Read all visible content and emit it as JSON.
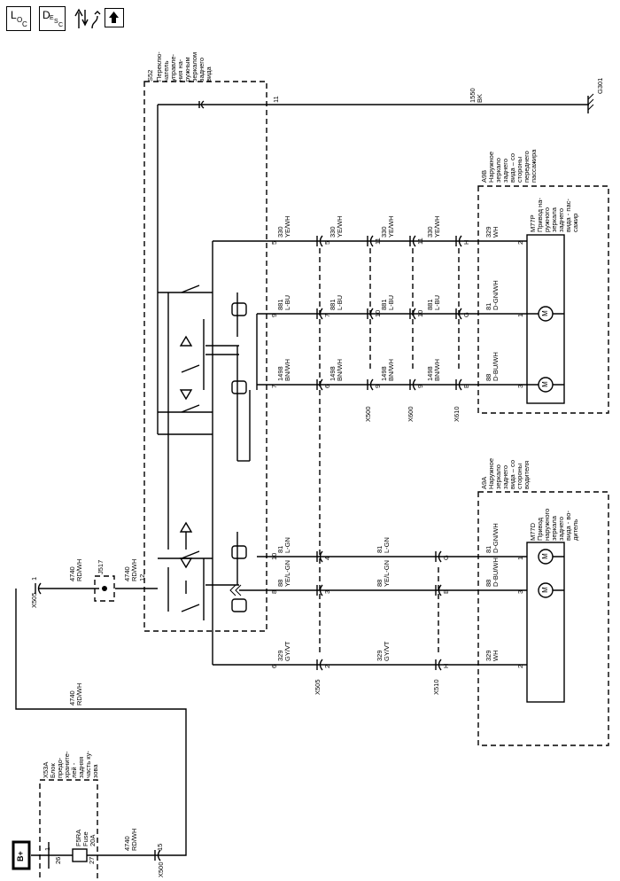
{
  "toolbar": {
    "loc": "L",
    "loc_sub": "O",
    "loc_sub2": "C",
    "desc": "D",
    "desc_sub": "E",
    "desc_sub2": "S",
    "desc_sub3": "C"
  },
  "components": {
    "s52": "S52",
    "s52_desc": [
      "Переклю-",
      "чатель",
      "управле-",
      "ния на-",
      "ружным",
      "зеркалом",
      "заднего",
      "вида"
    ],
    "x53a": "X53A",
    "x53a_desc": [
      "Блок",
      "предо-",
      "храните-",
      "лей -",
      "задняя",
      "часть ку-",
      "зова"
    ],
    "fuse": [
      "F5RA",
      "Fuse",
      "20A"
    ],
    "bplus": "B+",
    "j517": "J517",
    "a9b": "A9B",
    "a9b_desc": [
      "Наружное",
      "зеркало",
      "заднего",
      "вида – со",
      "стороны",
      "переднего",
      "пассажира"
    ],
    "m77p": "M77P",
    "m77p_desc": [
      "Привод на-",
      "ружного",
      "зеркала",
      "заднего",
      "вида - пас-",
      "сажир"
    ],
    "a9a": "A9A",
    "a9a_desc": [
      "Наружное",
      "зеркало",
      "заднего",
      "вида – со",
      "стороны",
      "водителя"
    ],
    "m77d": "M77D",
    "m77d_desc": [
      "Привод",
      "наружного",
      "зеркала",
      "заднего",
      "вида - во-",
      "дитель"
    ],
    "ground": "G301",
    "motor": "M"
  },
  "connectors": {
    "x505": "X505",
    "x500": "X500",
    "x600": "X600",
    "x510": "X510"
  },
  "pins": {
    "p1": "1",
    "p2": "2",
    "p3": "3",
    "p4": "4",
    "p5": "5",
    "p6": "6",
    "p7": "7",
    "p8": "8",
    "p9": "9",
    "p10": "10",
    "p11": "11",
    "p12": "12",
    "p15": "15",
    "p26": "26",
    "p27": "27",
    "pB": "B",
    "pG": "G",
    "pH": "H"
  },
  "wires": {
    "w4740": [
      "4740",
      "RD/WH"
    ],
    "w1550": [
      "1550",
      "BK"
    ],
    "w330": [
      "330",
      "YE/WH"
    ],
    "w881": [
      "881",
      "L-BU"
    ],
    "w1498": [
      "1498",
      "BN/WH"
    ],
    "w329wh": [
      "329",
      "WH"
    ],
    "w81gn": [
      "81",
      "D-GN/WH"
    ],
    "w88bu": [
      "88",
      "D-BU/WH"
    ],
    "w81lgn": [
      "81",
      "L-GN"
    ],
    "w88ye": [
      "88",
      "YE/L-GN"
    ],
    "w329gy": [
      "329",
      "GY/VT"
    ]
  }
}
